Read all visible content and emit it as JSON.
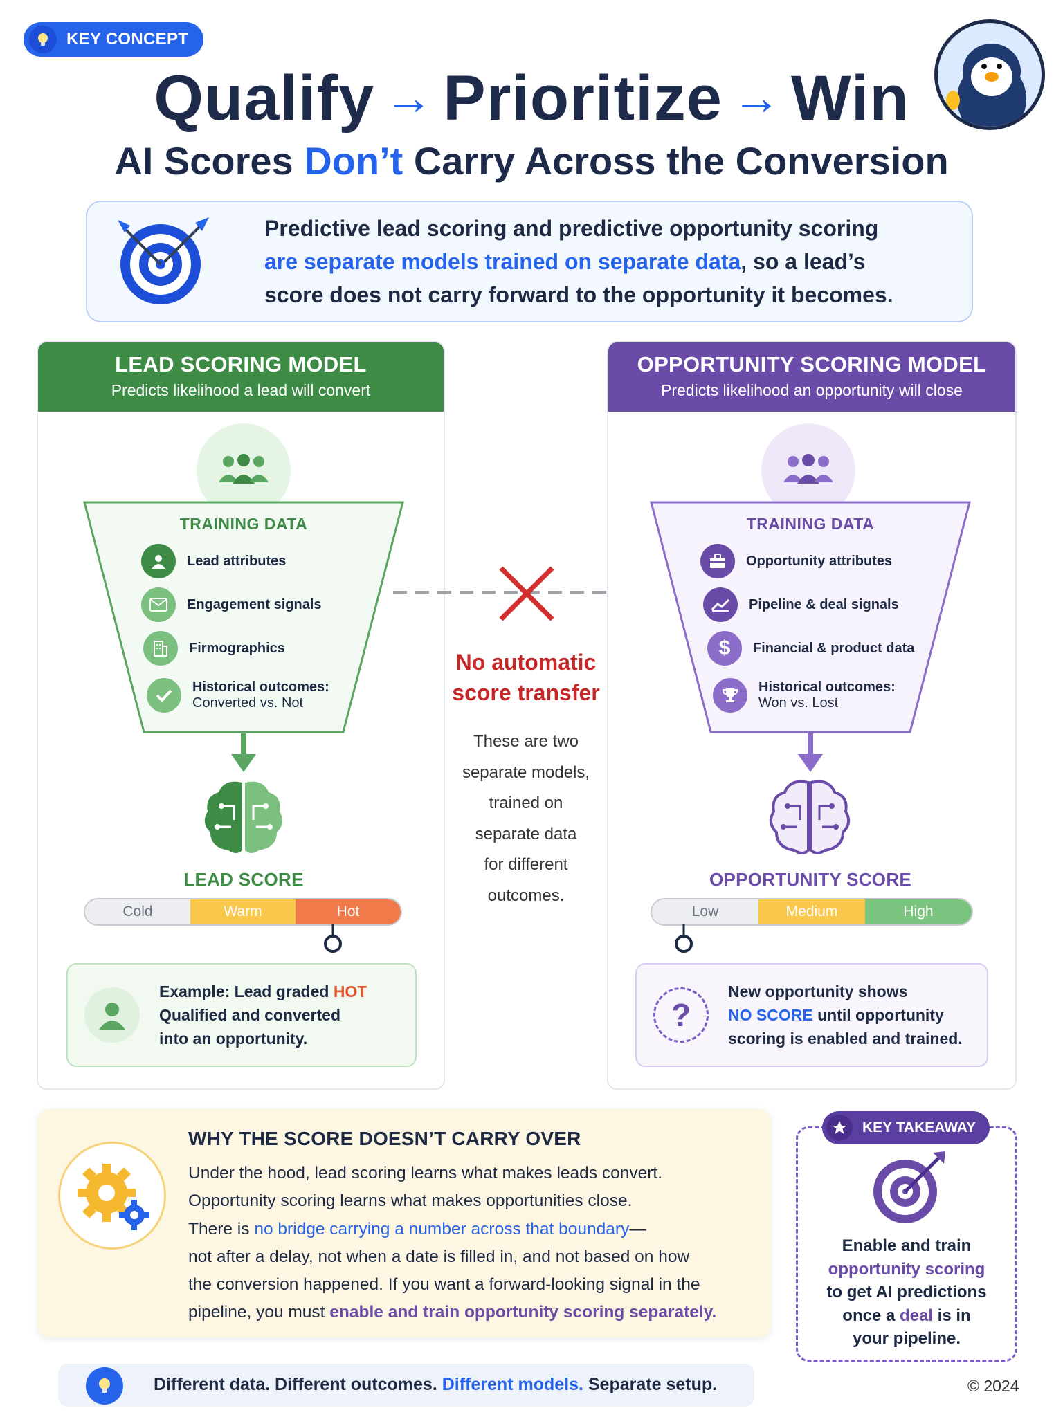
{
  "header": {
    "badge": "KEY CONCEPT",
    "title_part1": "Qualify",
    "title_part2": "Prioritize",
    "title_part3": "Win",
    "title_arrow": "→",
    "subtitle_part1": "AI Scores ",
    "subtitle_highlight": "Don’t",
    "subtitle_part2": " Carry Across the Conversion"
  },
  "intro": {
    "line1": "Predictive lead scoring and predictive opportunity scoring",
    "line2_highlight": "are separate models trained on separate data",
    "line2_rest": ", so a lead’s",
    "line3": "score does not carry forward to the opportunity it becomes."
  },
  "lead_model": {
    "title": "LEAD SCORING MODEL",
    "subtitle": "Predicts likelihood a lead will convert",
    "training_label": "TRAINING DATA",
    "items": [
      {
        "label": "Lead attributes",
        "sub": ""
      },
      {
        "label": "Engagement signals",
        "sub": ""
      },
      {
        "label": "Firmographics",
        "sub": ""
      },
      {
        "label": "Historical outcomes:",
        "sub": "Converted vs. Not"
      }
    ],
    "score_title": "LEAD SCORE",
    "score_levels": [
      "Cold",
      "Warm",
      "Hot"
    ],
    "score_level": "Hot",
    "example_prefix": "Example: Lead graded ",
    "example_grade": "HOT",
    "example_line2": "Qualified and converted",
    "example_line3": "into an opportunity."
  },
  "opportunity_model": {
    "title": "OPPORTUNITY SCORING MODEL",
    "subtitle": "Predicts likelihood an opportunity will close",
    "training_label": "TRAINING DATA",
    "items": [
      {
        "label": "Opportunity attributes",
        "sub": ""
      },
      {
        "label": "Pipeline & deal signals",
        "sub": ""
      },
      {
        "label": "Financial & product data",
        "sub": ""
      },
      {
        "label": "Historical outcomes:",
        "sub": "Won vs. Lost"
      }
    ],
    "score_title": "OPPORTUNITY SCORE",
    "score_levels": [
      "Low",
      "Medium",
      "High"
    ],
    "score_level": "Low",
    "example_line1": "New opportunity shows",
    "example_highlight": "NO SCORE",
    "example_line2_rest": " until opportunity",
    "example_line3": "scoring is enabled and trained."
  },
  "middle": {
    "title_line1": "No automatic",
    "title_line2": "score transfer",
    "text": [
      "These are two",
      "separate models,",
      "trained on",
      "separate data",
      "for different",
      "outcomes."
    ]
  },
  "why": {
    "title": "WHY THE SCORE DOESN’T CARRY OVER",
    "line1": "Under the hood, lead scoring learns what makes leads convert.",
    "line2": "Opportunity scoring learns what makes opportunities close.",
    "line3_prefix": "There is ",
    "line3_highlight": "no bridge carrying a number across that boundary",
    "line3_suffix": "—",
    "line4": "not after a delay, not when a date is filled in, and not based on how",
    "line5": "the conversion happened. If you want a forward-looking signal in the",
    "line6_prefix": "pipeline, you must ",
    "line6_highlight": "enable and train opportunity scoring separately."
  },
  "takeaway": {
    "badge": "KEY TAKEAWAY",
    "line1": "Enable and train",
    "line2": "opportunity scoring",
    "line3": "to get AI predictions",
    "line4_prefix": "once a ",
    "line4_highlight": "deal",
    "line4_suffix": " is in",
    "line5": "your pipeline."
  },
  "footer": {
    "text_part1": "Different data. Different outcomes. ",
    "text_highlight": "Different models.",
    "text_part2": " Separate setup.",
    "copyright": "© 2024"
  },
  "colors": {
    "accent_blue": "#2563eb",
    "lead_green": "#3d8b45",
    "opportunity_purple": "#6a4ca8",
    "alert_red": "#c62828",
    "hot_orange": "#f07a4a",
    "warm_yellow": "#f9c84a",
    "high_green": "#7bc47f"
  },
  "icons": {
    "badge": "lightbulb-icon",
    "intro": "target-dartboard-icon",
    "lead_group": "people-group-icon",
    "lead_items": [
      "person-icon",
      "envelope-icon",
      "building-icon",
      "checkmark-icon"
    ],
    "lead_brain": "brain-circuit-icon",
    "opp_group": "people-group-icon",
    "opp_items": [
      "briefcase-icon",
      "trend-chart-icon",
      "dollar-icon",
      "trophy-icon"
    ],
    "opp_brain": "brain-circuit-icon",
    "transfer": "red-x-icon",
    "why": "gears-icon",
    "takeaway": "target-icon",
    "footer": "lightbulb-icon"
  }
}
